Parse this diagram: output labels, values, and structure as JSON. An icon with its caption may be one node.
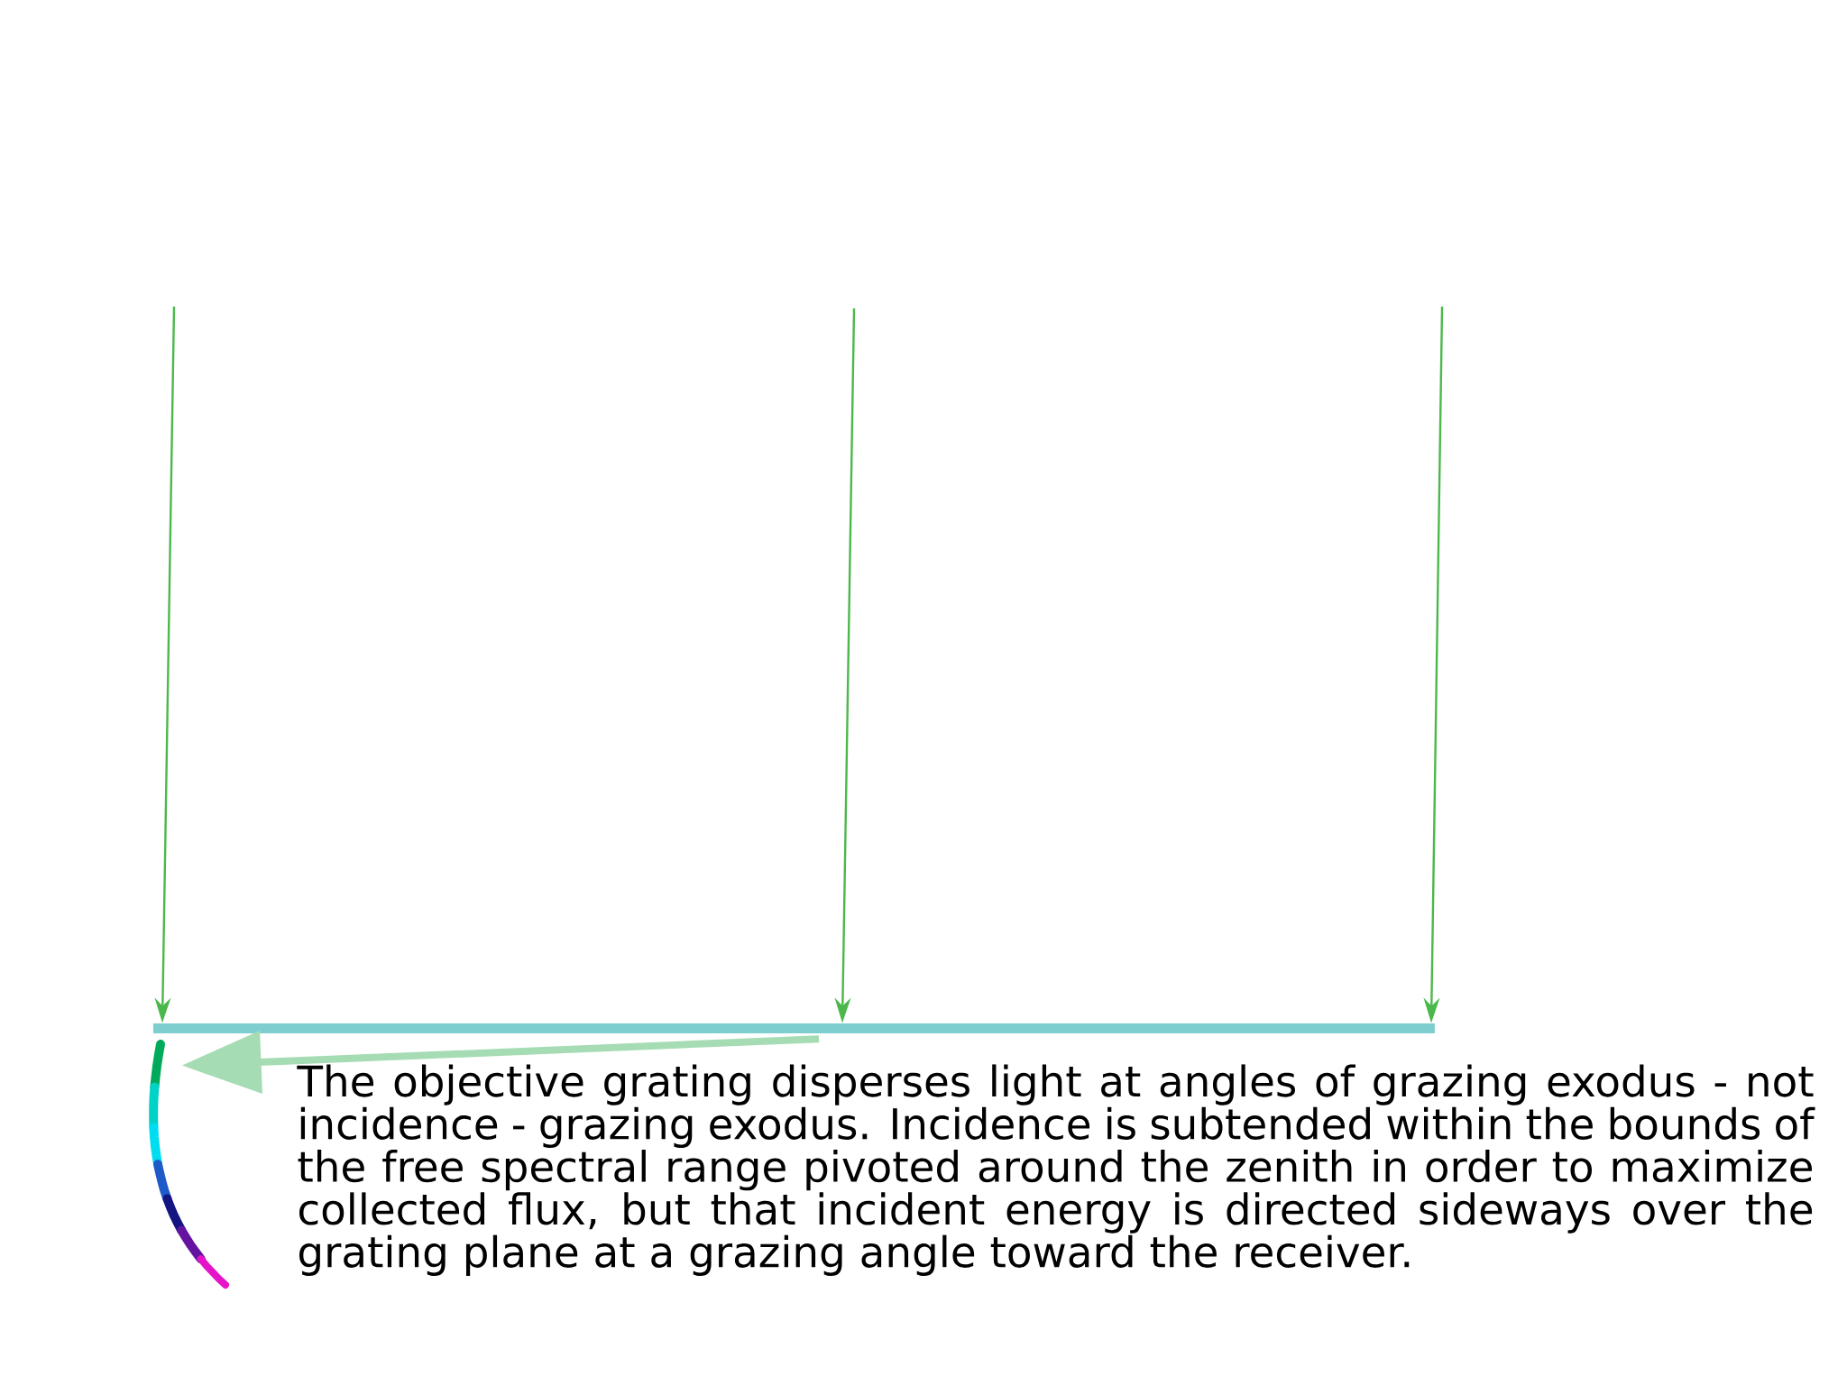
{
  "diagram": {
    "nodes": [
      {
        "text": [],
        "shape": "bar"
      },
      {
        "text": [],
        "shape": "picture"
      }
    ],
    "edges": [
      {
        "from": null,
        "to": 0,
        "arrow": "to"
      },
      {
        "from": null,
        "to": 0,
        "arrow": "to"
      },
      {
        "from": null,
        "to": 0,
        "arrow": "to"
      },
      {
        "from": 0,
        "to": 1,
        "arrow": "to",
        "style": "thick",
        "color": "#a6dcb4"
      }
    ],
    "labels": [
      "The objective grating disperses light at angles of grazing exodus - not incidence - grazing exodus. Incidence is subtended within the bounds of the free spectral range pivoted around the zenith in order to maximize collected flux, but that incident energy is directed sideways over the grating plane at a grazing angle toward the receiver."
    ]
  }
}
